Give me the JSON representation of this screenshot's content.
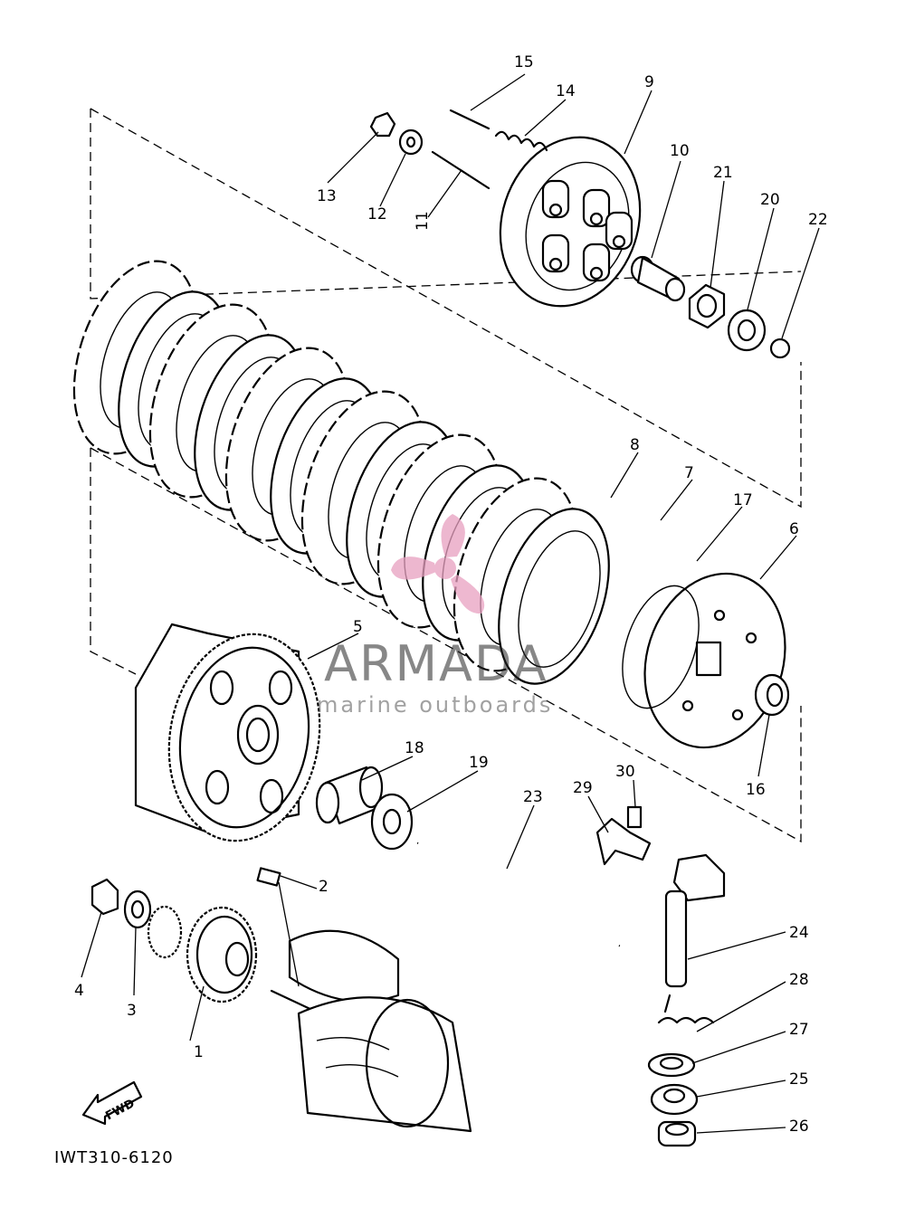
{
  "diagram": {
    "code": "IWT310-6120",
    "direction_label": "FWD",
    "part_numbers": [
      "1",
      "2",
      "3",
      "4",
      "5",
      "6",
      "7",
      "8",
      "9",
      "10",
      "11",
      "12",
      "13",
      "14",
      "15",
      "16",
      "17",
      "18",
      "19",
      "20",
      "21",
      "22",
      "23",
      "24",
      "25",
      "26",
      "27",
      "28",
      "29",
      "30"
    ]
  },
  "watermark": {
    "brand": "ARMADA",
    "tagline": "marine outboards",
    "color": "#e8a0c0"
  }
}
